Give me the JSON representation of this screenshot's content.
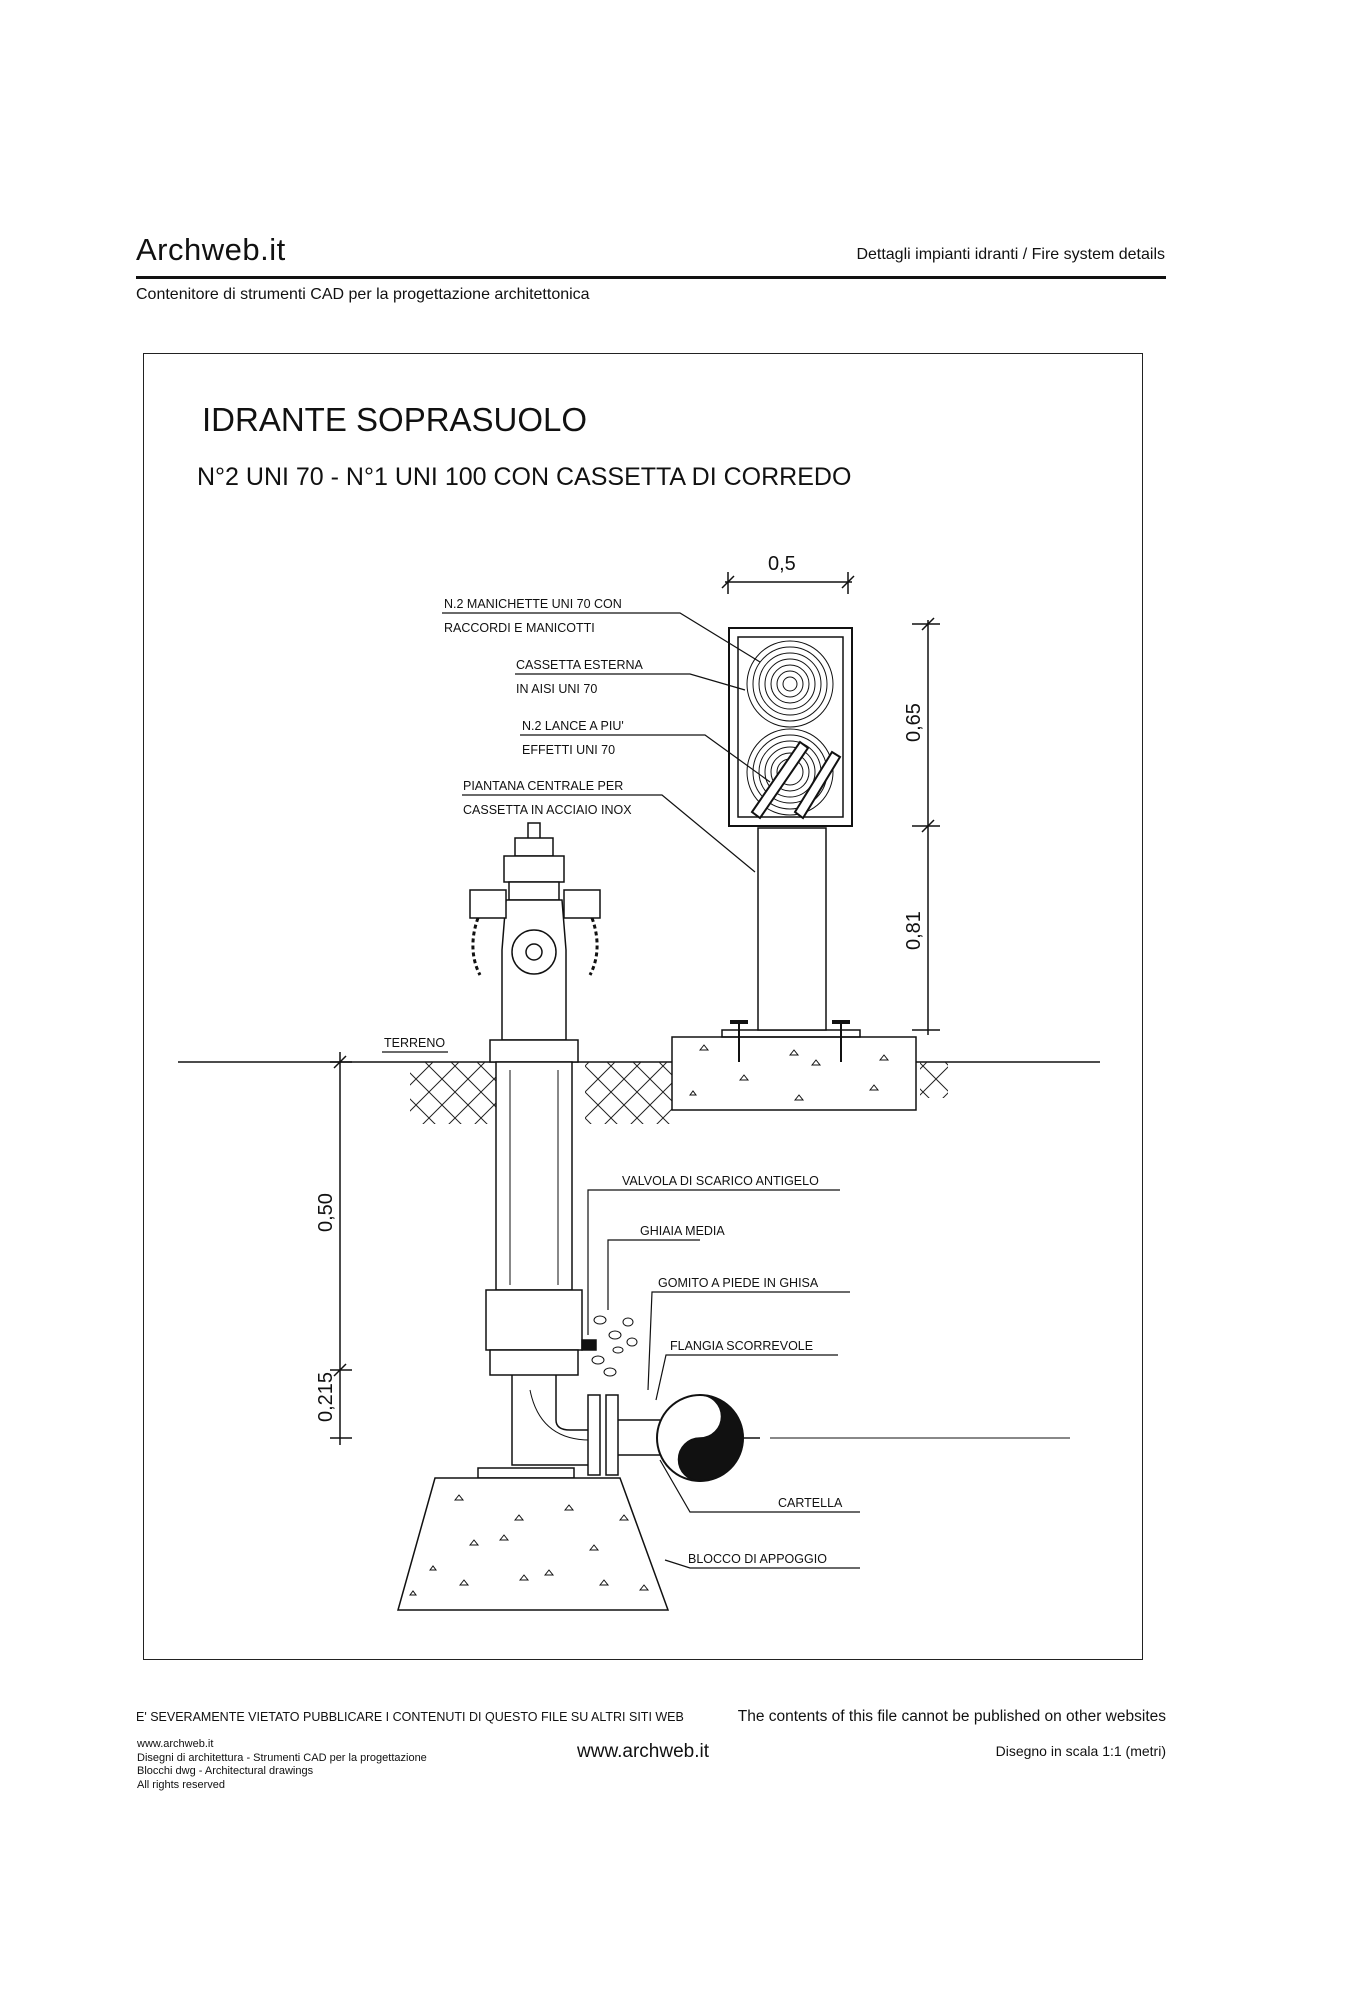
{
  "header": {
    "brand": "Archweb.it",
    "section": "Dettagli impianti idranti  /  Fire system details",
    "tagline": "Contenitore di strumenti CAD per la progettazione architettonica"
  },
  "drawing": {
    "title": "IDRANTE SOPRASUOLO",
    "subtitle": "N°2 UNI 70 - N°1 UNI 100  CON CASSETTA DI CORREDO",
    "labels": {
      "hoses_1": "N.2 MANICHETTE UNI 70 CON",
      "hoses_2": "RACCORDI E MANICOTTI",
      "box_1": "CASSETTA ESTERNA",
      "box_2": "IN AISI UNI 70",
      "lances_1": "N.2 LANCE A PIU'",
      "lances_2": "EFFETTI UNI 70",
      "post_1": "PIANTANA CENTRALE PER",
      "post_2": "CASSETTA IN ACCIAIO INOX",
      "ground": "TERRENO",
      "valve": "VALVOLA DI SCARICO ANTIGELO",
      "gravel": "GHIAIA MEDIA",
      "elbow": "GOMITO A PIEDE IN GHISA",
      "flange": "FLANGIA SCORREVOLE",
      "sign": "CARTELLA",
      "block": "BLOCCO DI APPOGGIO"
    },
    "dimensions": {
      "box_width": "0,5",
      "box_height": "0,65",
      "post_height": "0,81",
      "buried_depth": "0,50",
      "elbow_depth": "0,215"
    }
  },
  "footer": {
    "notice_it": "E' SEVERAMENTE VIETATO PUBBLICARE I CONTENUTI DI QUESTO FILE SU ALTRI SITI WEB",
    "notice_en": "The contents of this file cannot be published on other websites",
    "left_lines": [
      "www.archweb.it",
      "Disegni di architettura - Strumenti CAD  per la progettazione",
      "Blocchi dwg - Architectural drawings",
      "All rights reserved"
    ],
    "center": "www.archweb.it",
    "scale": "Disegno in scala 1:1 (metri)"
  }
}
